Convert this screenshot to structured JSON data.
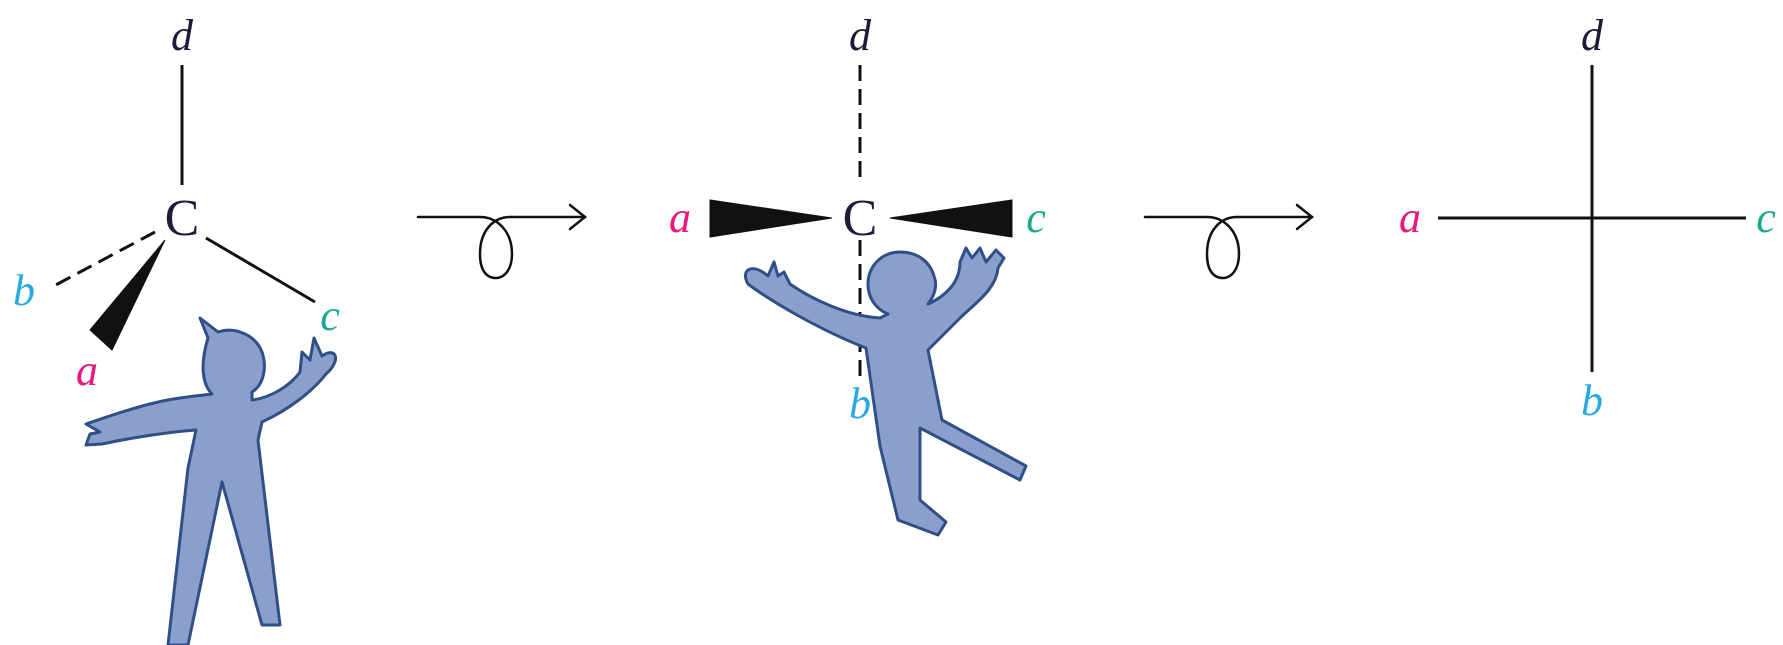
{
  "colors": {
    "label_a": "#e8197d",
    "label_b": "#29a9e1",
    "label_c": "#1aa891",
    "label_d": "#1c1c3a",
    "atom": "#1c1c3a",
    "person_fill": "#8a9fcb",
    "person_outline": "#2f4f86",
    "bond": "#111111"
  },
  "structures": [
    {
      "name": "wedge-dash-view",
      "center_atom": "C",
      "labels": {
        "a": "a",
        "b": "b",
        "c": "c",
        "d": "d"
      }
    },
    {
      "name": "viewer-facing-view",
      "center_atom": "C",
      "labels": {
        "a": "a",
        "b": "b",
        "c": "c",
        "d": "d"
      }
    },
    {
      "name": "fischer-projection",
      "labels": {
        "a": "a",
        "b": "b",
        "c": "c",
        "d": "d"
      }
    }
  ],
  "arrows": [
    {
      "name": "rotate-arrow-1",
      "icon": "loop-arrow-icon"
    },
    {
      "name": "rotate-arrow-2",
      "icon": "loop-arrow-icon"
    }
  ]
}
